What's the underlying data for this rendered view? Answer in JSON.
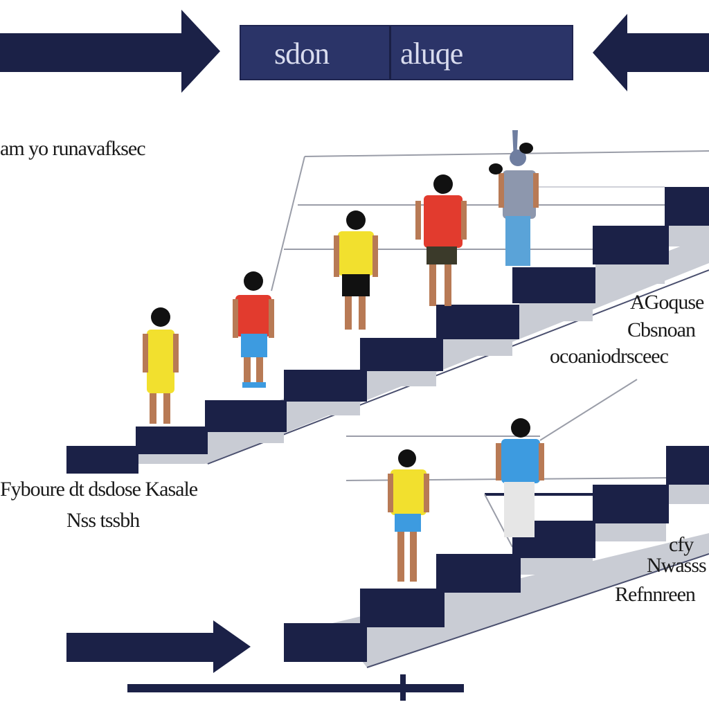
{
  "title": {
    "left": "sdon",
    "right": "aluqe"
  },
  "labels": {
    "top_left": "am yo runavafksec",
    "mid_left_1": "Fyboure dt dsdose Kasale",
    "mid_left_2": "Nss tssbh",
    "right_1": "AGoquse",
    "right_2": "Cbsnoan",
    "right_3": "ocoaniodrsceec",
    "right_4": "cfy",
    "right_5": "Nwasss",
    "right_6": "Refnnreen"
  },
  "colors": {
    "navy": "#1b2147",
    "title_fill": "#2b3468",
    "riser_grey": "#c9ccd4",
    "shadow": "#4a4f6e",
    "line_grey": "#9a9da8",
    "yellow": "#f2e02e",
    "red": "#e23b2e",
    "blue_shirt": "#3d9be0",
    "skin": "#b87a55",
    "hair": "#111111"
  },
  "figures": [
    {
      "shirt": "yellow",
      "shorts": "yellow"
    },
    {
      "shirt": "red",
      "shorts": "blue"
    },
    {
      "shirt": "yellow",
      "shorts": "black"
    },
    {
      "shirt": "red",
      "shorts": "dark"
    },
    {
      "shirt": "grey",
      "shorts": "blue"
    },
    {
      "shirt": "yellow",
      "shorts": "blue"
    },
    {
      "shirt": "blue",
      "shorts": "white"
    }
  ]
}
